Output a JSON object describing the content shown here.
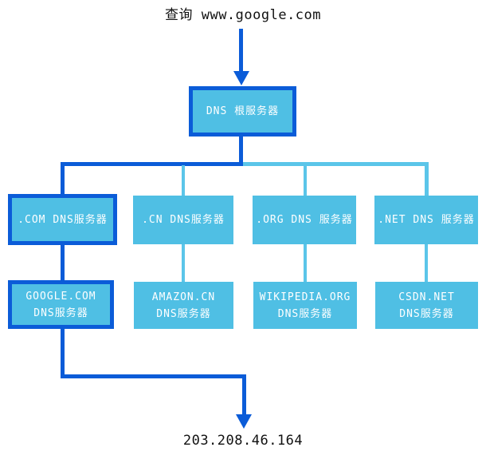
{
  "diagram": {
    "query_label": "查询 www.google.com",
    "result_ip": "203.208.46.164",
    "root_node": {
      "label": "DNS 根服务器"
    },
    "tld_nodes": [
      {
        "label": ".COM DNS服务器",
        "highlighted": true
      },
      {
        "label": ".CN DNS服务器",
        "highlighted": false
      },
      {
        "label": ".ORG DNS 服务器",
        "highlighted": false
      },
      {
        "label": ".NET DNS 服务器",
        "highlighted": false
      }
    ],
    "auth_nodes": [
      {
        "line1": "GOOGLE.COM",
        "line2": "DNS服务器",
        "highlighted": true
      },
      {
        "line1": "AMAZON.CN",
        "line2": "DNS服务器",
        "highlighted": false
      },
      {
        "line1": "WIKIPEDIA.ORG",
        "line2": "DNS服务器",
        "highlighted": false
      },
      {
        "line1": "CSDN.NET",
        "line2": "DNS服务器",
        "highlighted": false
      }
    ],
    "colors": {
      "path_blue": "#0B5CD8",
      "node_fill": "#4FBFE4",
      "connector_cyan": "#5BC5E9",
      "node_text": "#ffffff",
      "label_text": "#111111"
    }
  }
}
